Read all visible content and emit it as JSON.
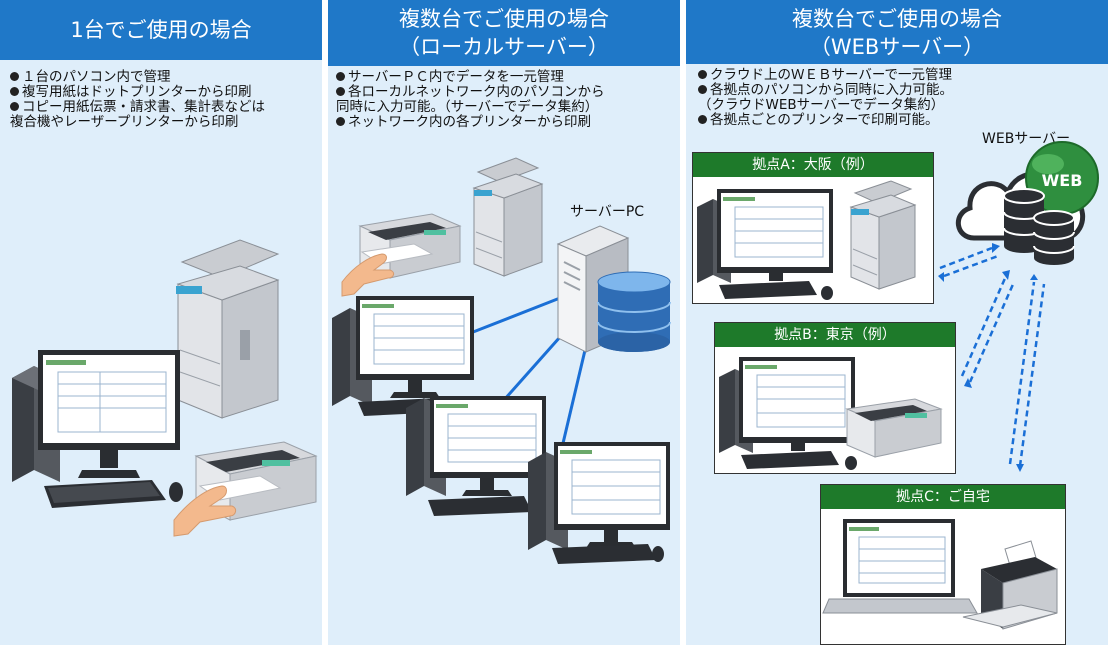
{
  "panels": [
    {
      "title_lines": [
        "1台でご使用の場合"
      ],
      "bullets": [
        "１台のパソコン内で管理",
        "複写用紙はドットプリンターから印刷",
        "コピー用紙伝票・請求書、集計表などは"
      ],
      "bullet_continuation": "複合機やレーザープリンターから印刷"
    },
    {
      "title_lines": [
        "複数台でご使用の場合",
        "（ローカルサーバー）"
      ],
      "bullets": [
        "サーバーＰＣ内でデータを一元管理",
        "各ローカルネットワーク内のパソコンから",
        "ネットワーク内の各プリンターから印刷"
      ],
      "bullet_continuation": "同時に入力可能。（サーバーでデータ集約）",
      "server_label": "サーバーPC"
    },
    {
      "title_lines": [
        "複数台でご使用の場合",
        "（WEBサーバー）"
      ],
      "bullets": [
        "クラウド上のＷＥＢサーバーで一元管理",
        "各拠点のパソコンから同時に入力可能。",
        "各拠点ごとのプリンターで印刷可能。"
      ],
      "bullet_continuation": "（クラウドWEBサーバーでデータ集約）",
      "server_label": "WEBサーバー",
      "web_badge": "WEB",
      "sites": [
        "拠点A：大阪（例）",
        "拠点B：東京（例）",
        "拠点C：ご自宅"
      ]
    }
  ],
  "colors": {
    "panel_bg": "#dfeefa",
    "header": "#1f78c8",
    "site_header": "#1e7a2a",
    "network_line": "#1a6fd6"
  }
}
